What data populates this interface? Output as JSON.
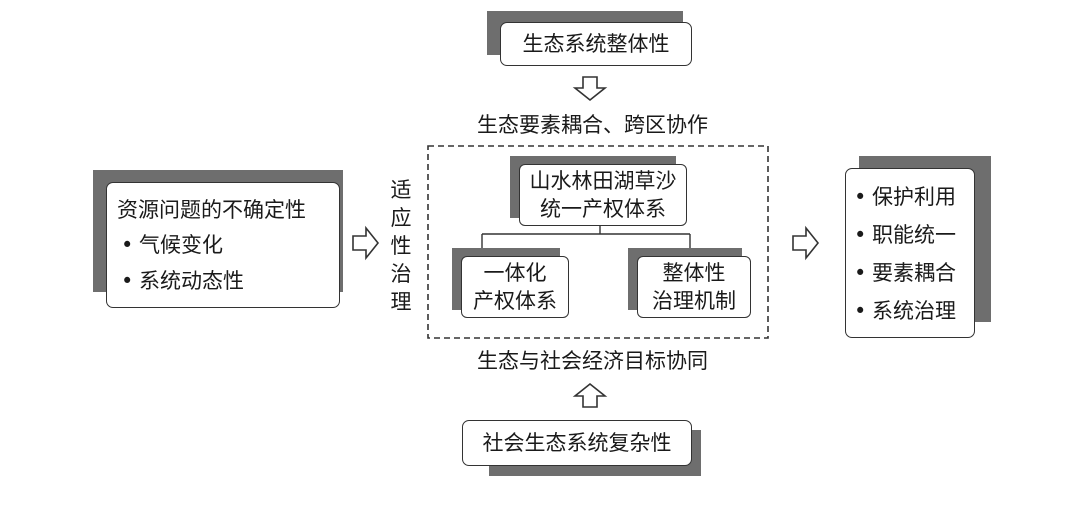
{
  "top_box": "生态系统整体性",
  "top_caption": "生态要素耦合、跨区协作",
  "bottom_caption": "生态与社会经济目标协同",
  "bottom_box": "社会生态系统复杂性",
  "left_box": {
    "title": "资源问题的不确定性",
    "items": [
      "气候变化",
      "系统动态性"
    ]
  },
  "adaptive_label": "适应性治理",
  "center": {
    "top_box_lines": [
      "山水林田湖草沙",
      "统一产权体系"
    ],
    "left_child_lines": [
      "一体化",
      "产权体系"
    ],
    "right_child_lines": [
      "整体性",
      "治理机制"
    ]
  },
  "right_box": {
    "items": [
      "保护利用",
      "职能统一",
      "要素耦合",
      "系统治理"
    ]
  },
  "colors": {
    "shadow": "#6e6e6e",
    "border": "#333333"
  }
}
